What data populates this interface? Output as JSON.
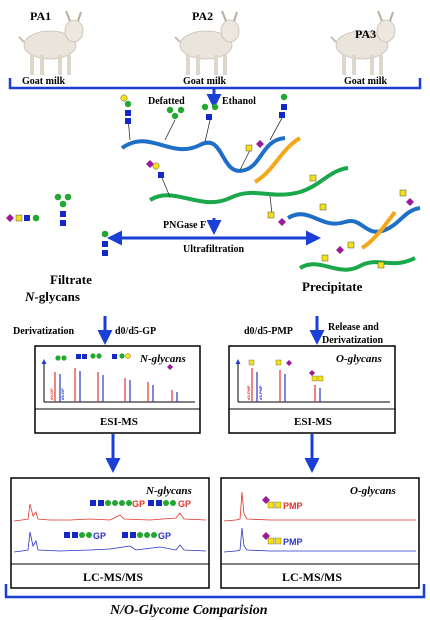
{
  "goats": [
    {
      "id": "PA1",
      "caption": "Goat milk"
    },
    {
      "id": "PA2",
      "caption": "Goat milk"
    },
    {
      "id": "PA3",
      "caption": "Goat milk"
    }
  ],
  "steps": {
    "defatted": "Defatted",
    "ethanol": "Ethanol",
    "pngase": "PNGase F",
    "ultrafiltration": "Ultrafiltration"
  },
  "filtrate": {
    "line1": "Filtrate",
    "line2_prefix": "N",
    "line2_suffix": "-glycans"
  },
  "precipitate": "Precipitate",
  "left_step": {
    "derivatization": "Derivatization",
    "reagent": "d0/d5-GP"
  },
  "right_step": {
    "reagent": "d0/d5-PMP",
    "release_line1": "Release and",
    "release_line2": "Derivatization"
  },
  "esi_left": {
    "title_prefix": "N",
    "title_suffix": "-glycans",
    "label": "ESI-MS",
    "peak_tag_a": "d0-GP",
    "peak_tag_b": "d5-GP"
  },
  "esi_right": {
    "title_prefix": "O",
    "title_suffix": "-glycans",
    "label": "ESI-MS",
    "peak_tag_a": "d0-PMP",
    "peak_tag_b": "d5-PMP"
  },
  "lc_left": {
    "title_prefix": "N",
    "title_suffix": "-glycans",
    "label": "LC-MS/MS",
    "tag_top_1": "GP",
    "tag_top_2": "GP",
    "tag_bottom_1": "GP",
    "tag_bottom_2": "GP"
  },
  "lc_right": {
    "title_prefix": "O",
    "title_suffix": "-glycans",
    "label": "LC-MS/MS",
    "tag_top": "PMP",
    "tag_bottom": "PMP"
  },
  "footer": {
    "prefix": "N/O",
    "suffix": "-Glycome Comparision"
  },
  "colors": {
    "arrow": "#1a3fd6",
    "red_trace": "#e0342a",
    "blue_trace": "#2a35c8",
    "mannose": "#22a830",
    "glcnac": "#1428c8",
    "galactose": "#f2e01a",
    "sialic": "#9a1a9a",
    "protein_blue": "#1e6fc8",
    "protein_green": "#1aa84a",
    "protein_orange": "#f2a81a"
  }
}
